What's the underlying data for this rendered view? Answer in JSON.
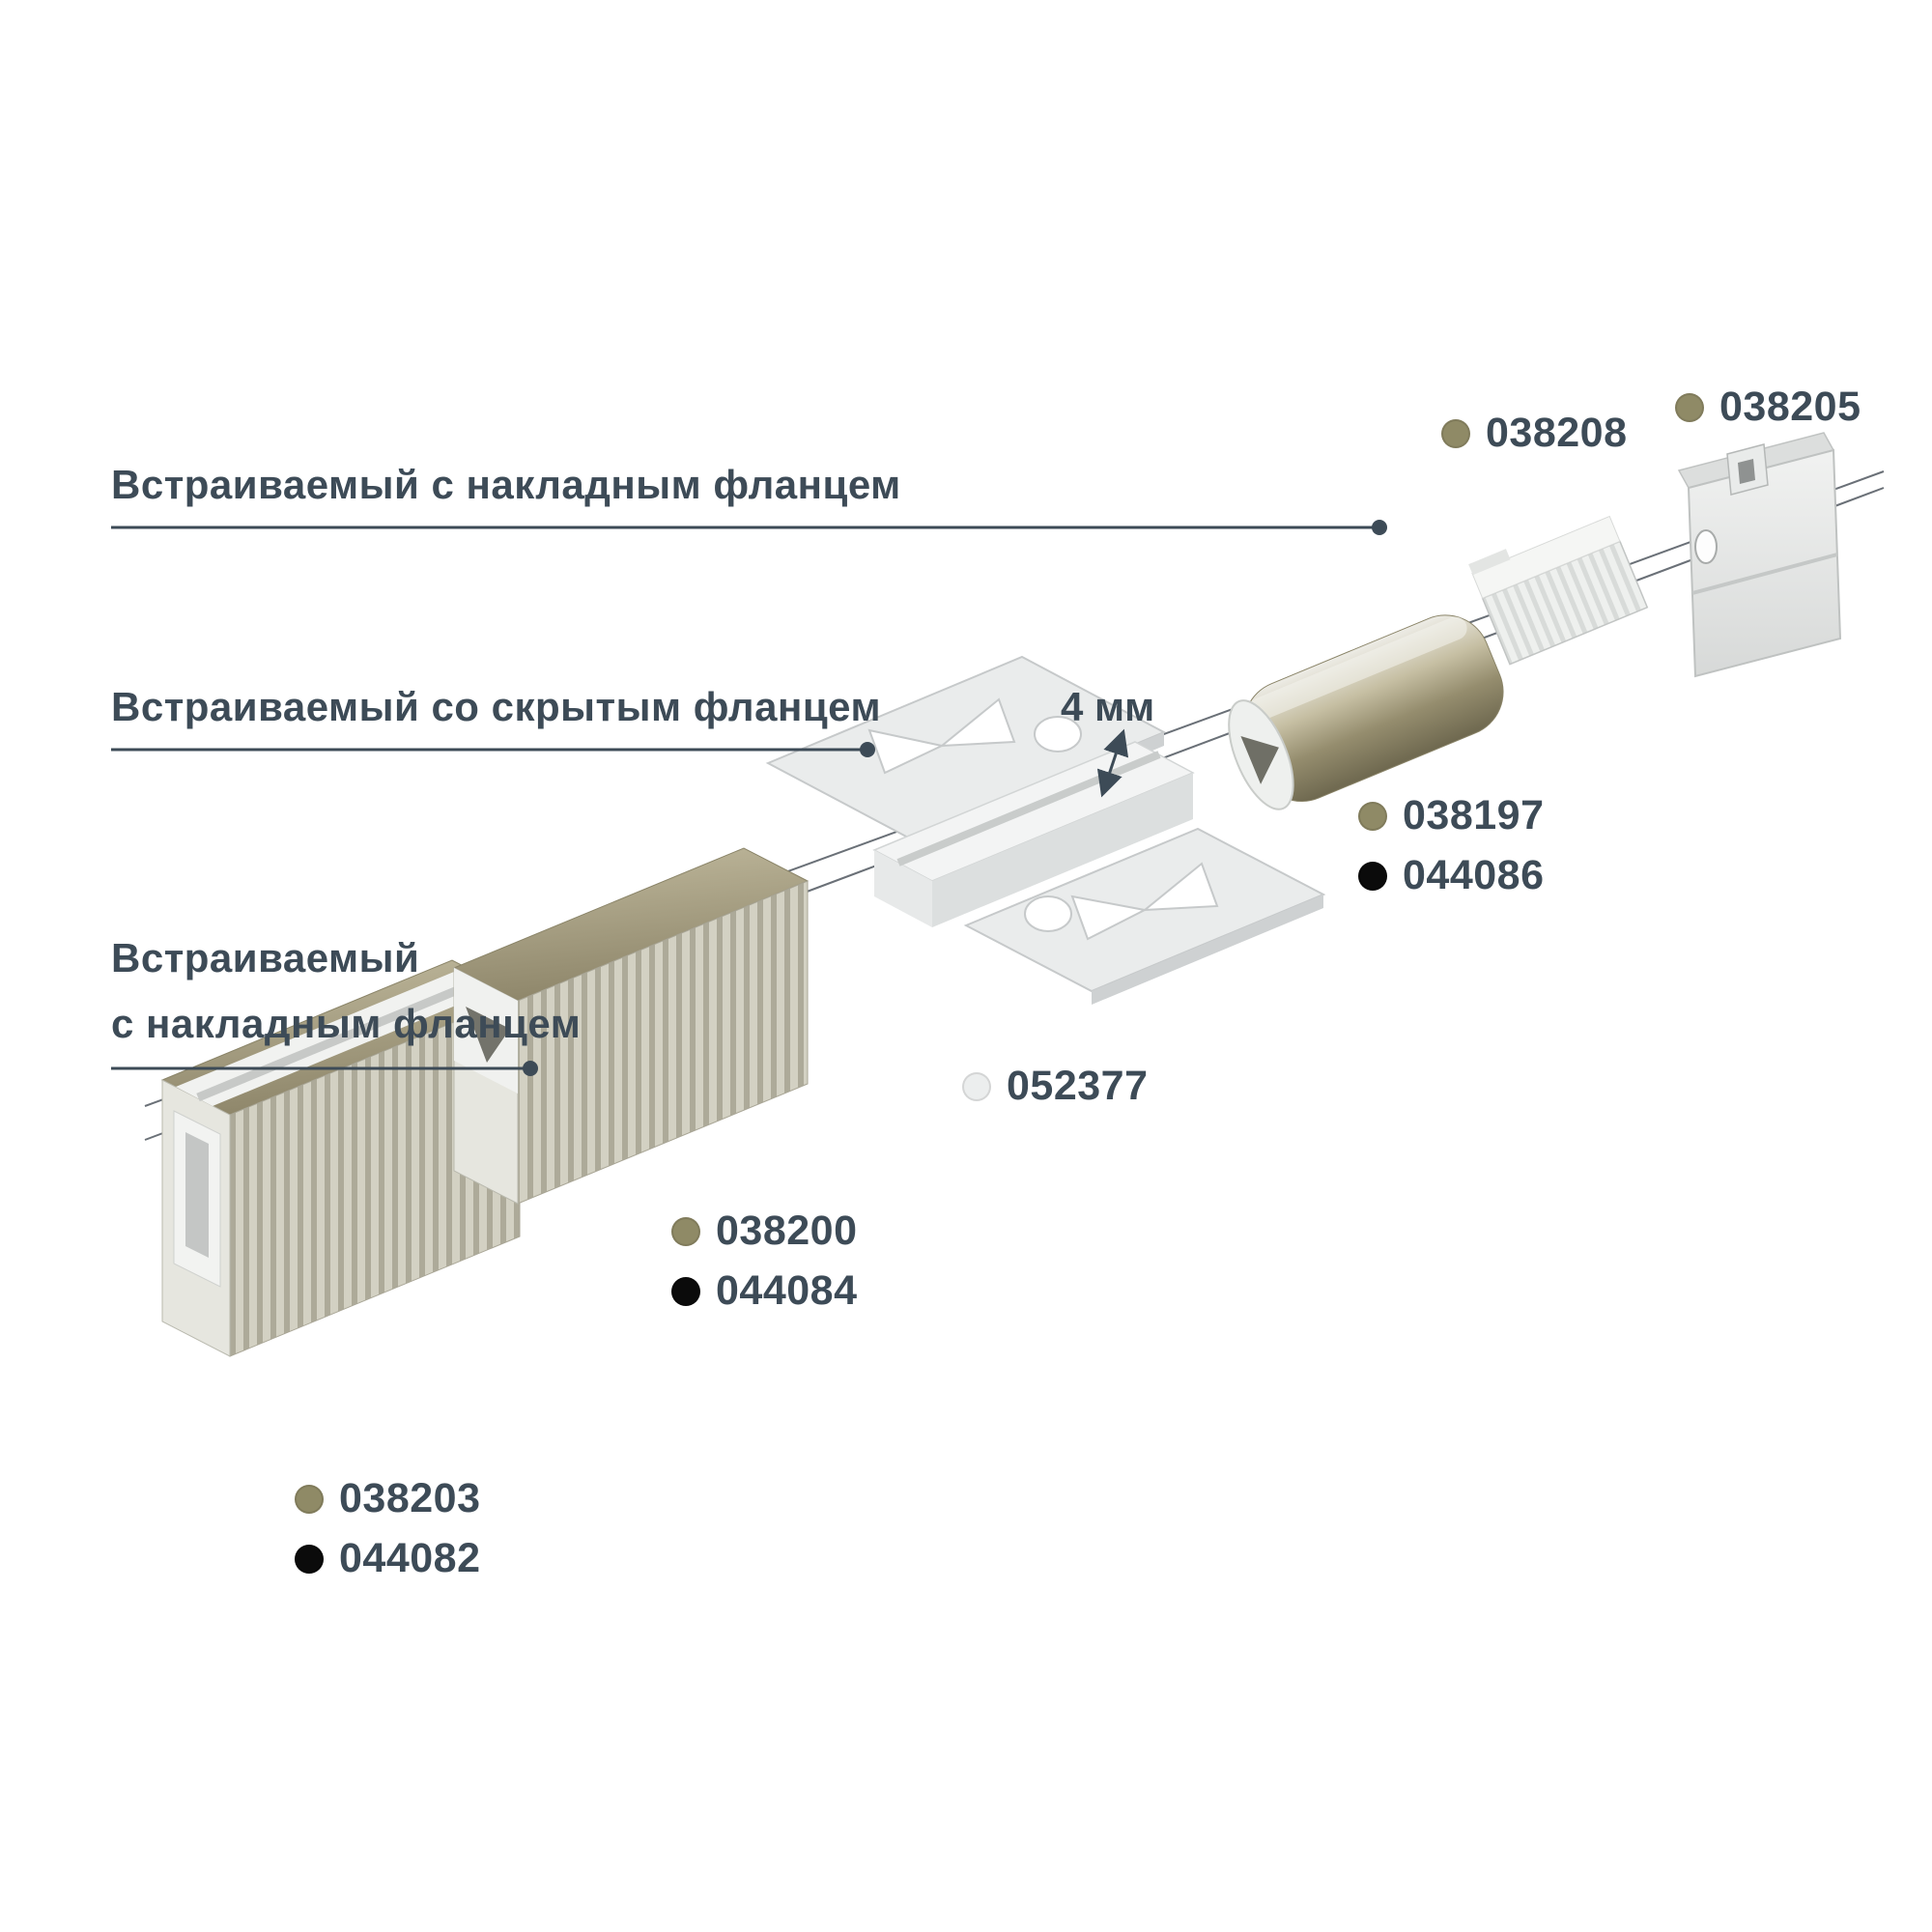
{
  "callouts": [
    {
      "label": "Встраиваемый с накладным фланцем"
    },
    {
      "label": "Встраиваемый со скрытым фланцем"
    },
    {
      "label": "Встраиваемый",
      "label2": "с накладным фланцем"
    }
  ],
  "dimension": {
    "label": "4 мм"
  },
  "parts": [
    {
      "code": "038203",
      "dot_color": "#8F8A66"
    },
    {
      "code": "044082",
      "dot_color": "#0B0B0B"
    },
    {
      "code": "038200",
      "dot_color": "#8F8A66"
    },
    {
      "code": "044084",
      "dot_color": "#0B0B0B"
    },
    {
      "code": "052377",
      "dot_color": "#ECEEEE"
    },
    {
      "code": "038197",
      "dot_color": "#8F8A66"
    },
    {
      "code": "044086",
      "dot_color": "#0B0B0B"
    },
    {
      "code": "038208",
      "dot_color": "#8F8A66"
    },
    {
      "code": "038205",
      "dot_color": "#8F8A66"
    }
  ],
  "colors": {
    "label_text": "#3D4B57",
    "leader_line": "#3D4B57",
    "metal_olive": "#968E6F",
    "aluminum_light": "#E9EBEC",
    "white_plastic": "#F2F3F1"
  }
}
